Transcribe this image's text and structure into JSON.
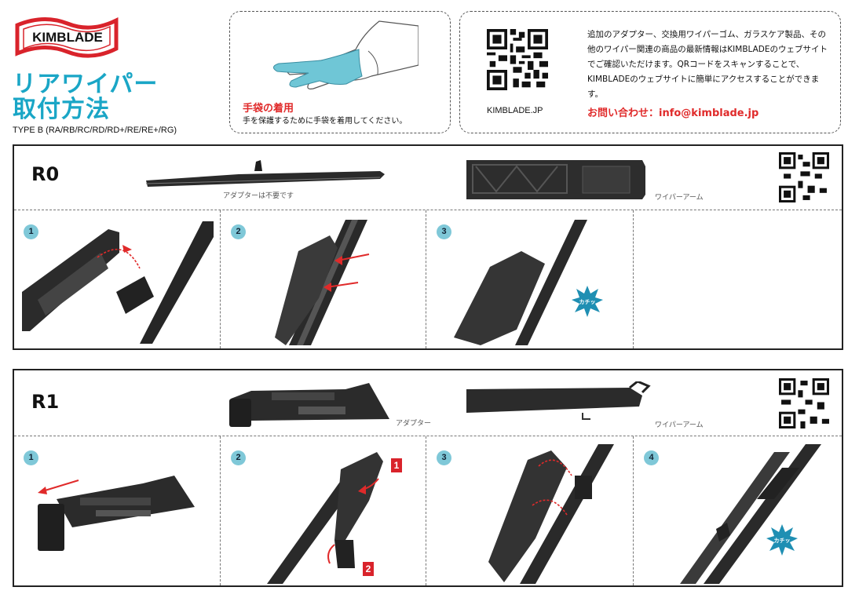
{
  "header": {
    "logo_text": "KIMBLADE",
    "title_line1": "リアワイパー",
    "title_line2": "取付方法",
    "type_line": "TYPE B (RA/RB/RC/RD/RD+/RE/RE+/RG)"
  },
  "glove_box": {
    "title": "手袋の着用",
    "text": "手を保護するために手袋を着用してください。"
  },
  "info_box": {
    "text": "追加のアダプター、交換用ワイパーゴム、ガラスケア製品、その他のワイパー関連の商品の最新情報はKIMBLADEのウェブサイトでご確認いただけます。QRコードをスキャンすることで、KIMBLADEのウェブサイトに簡単にアクセスすることができます。",
    "site": "KIMBLADE.JP",
    "contact": "お問い合わせ：info@kimblade.jp"
  },
  "r0": {
    "label": "R0",
    "adapter_note": "アダプターは不要です",
    "arm_label": "ワイパーアーム",
    "steps": [
      "1",
      "2",
      "3"
    ],
    "click": "カチッ"
  },
  "r1": {
    "label": "R1",
    "adapter_label": "アダプター",
    "arm_label": "ワイパーアーム",
    "steps": [
      "1",
      "2",
      "3",
      "4"
    ],
    "sub_steps": [
      "1",
      "2"
    ],
    "click": "カチッ"
  },
  "colors": {
    "accent_blue": "#1aa6c6",
    "accent_red": "#e02a2a",
    "step_circle": "#7fc8d8",
    "click_burst": "#1f8fb3"
  }
}
